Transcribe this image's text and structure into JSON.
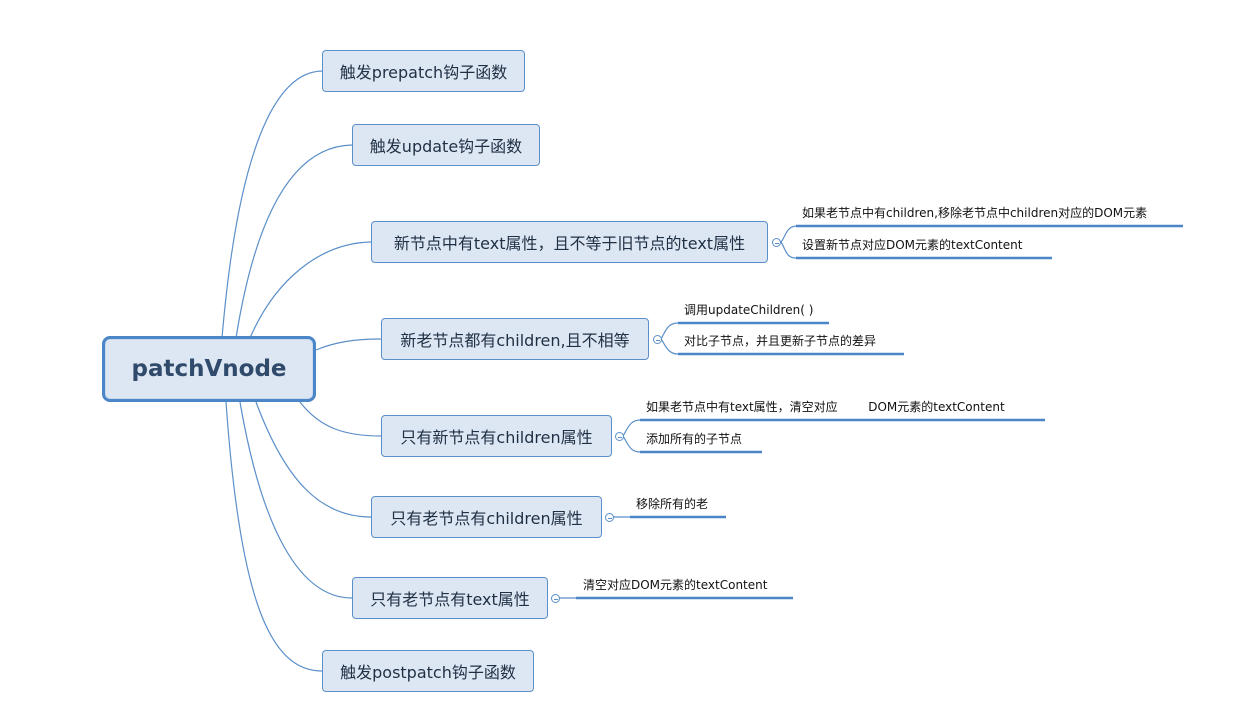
{
  "root": {
    "label": "patchVnode"
  },
  "branches": [
    {
      "label": "触发prepatch钩子函数"
    },
    {
      "label": "触发update钩子函数"
    },
    {
      "label": "新节点中有text属性，且不等于旧节点的text属性",
      "children": [
        "如果老节点中有children,移除老节点中children对应的DOM元素",
        "设置新节点对应DOM元素的textContent"
      ]
    },
    {
      "label": "新老节点都有children,且不相等",
      "children": [
        "调用updateChildren( )",
        "对比子节点，并且更新子节点的差异"
      ]
    },
    {
      "label": "只有新节点有children属性",
      "children": [
        "如果老节点中有text属性，清空对应        DOM元素的textContent",
        "添加所有的子节点"
      ]
    },
    {
      "label": "只有老节点有children属性",
      "children": [
        "移除所有的老"
      ]
    },
    {
      "label": "只有老节点有text属性",
      "children": [
        "清空对应DOM元素的textContent"
      ]
    },
    {
      "label": "触发postpatch钩子函数"
    }
  ],
  "colors": {
    "line": "#5b8fc9",
    "underline": "#4a86c8",
    "node_fill": "#dde7f3",
    "root_border": "#4a86c8"
  }
}
